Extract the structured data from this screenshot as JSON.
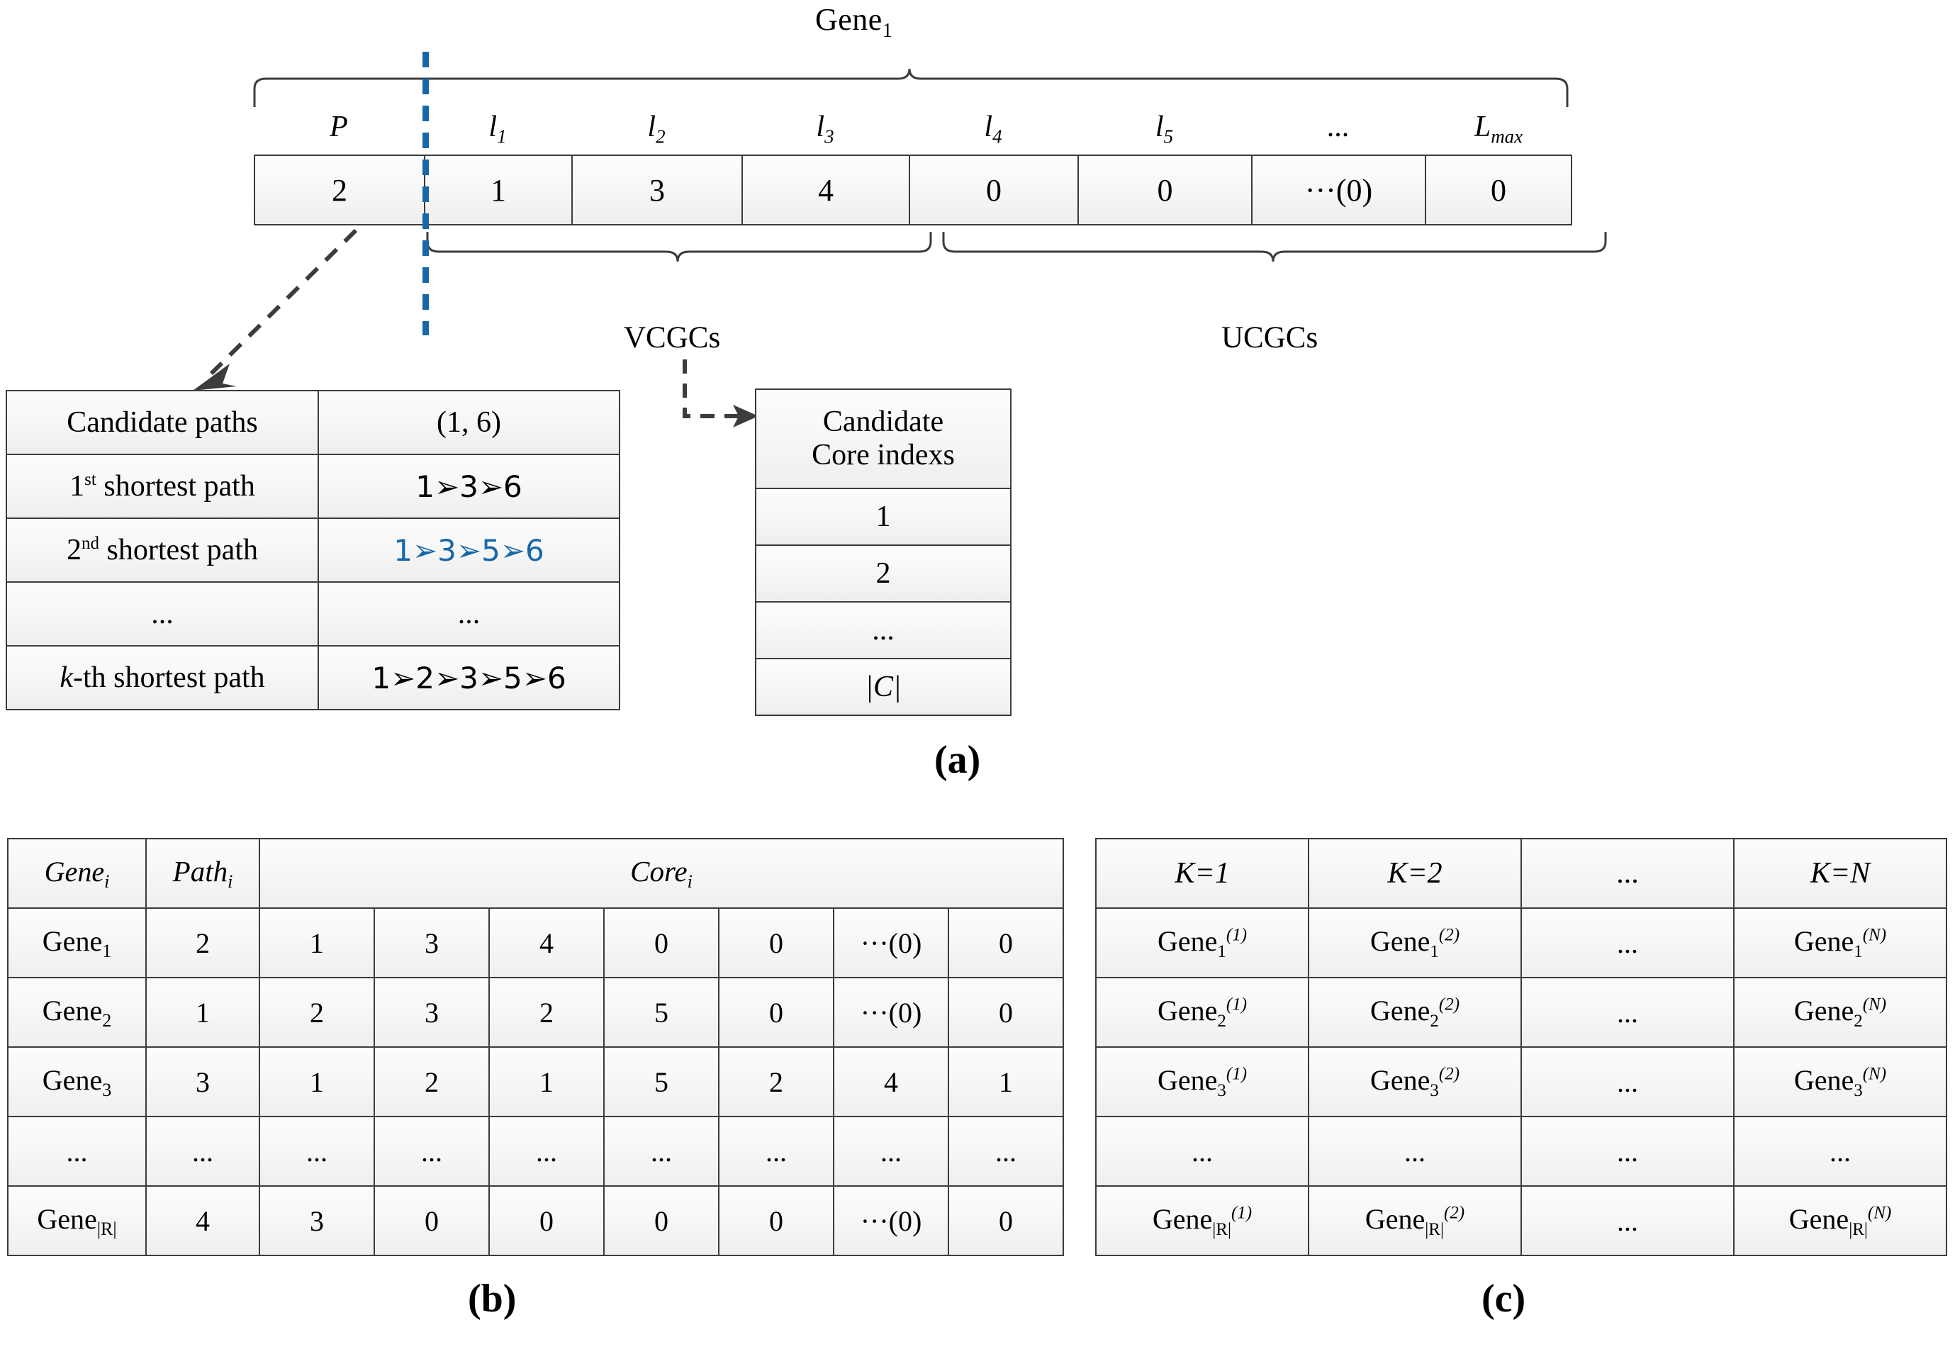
{
  "panel_a": {
    "gene_title": "Gene",
    "gene_title_sub": "1",
    "headers": [
      "P",
      "l",
      "l",
      "l",
      "l",
      "l",
      "...",
      "L"
    ],
    "header_cells": [
      {
        "base": "P",
        "sub": ""
      },
      {
        "base": "l",
        "sub": "1"
      },
      {
        "base": "l",
        "sub": "2"
      },
      {
        "base": "l",
        "sub": "3"
      },
      {
        "base": "l",
        "sub": "4"
      },
      {
        "base": "l",
        "sub": "5"
      },
      {
        "base": "...",
        "sub": ""
      },
      {
        "base": "L",
        "sub": "max"
      }
    ],
    "values": [
      "2",
      "1",
      "3",
      "4",
      "0",
      "0",
      "···(0)",
      "0"
    ],
    "brace_vcgc_label": "VCGCs",
    "brace_ucgc_label": "UCGCs",
    "paths_table": {
      "rows": [
        {
          "label": "Candidate paths",
          "label_sup": "",
          "value": "(1, 6)",
          "highlight": false
        },
        {
          "label": "shortest path",
          "label_num": "1",
          "label_sup": "st",
          "value": "1➢3➢6",
          "highlight": false
        },
        {
          "label": "shortest path",
          "label_num": "2",
          "label_sup": "nd",
          "value": "1➢3➢5➢6",
          "highlight": true
        },
        {
          "label": "...",
          "label_sup": "",
          "value": "...",
          "highlight": false
        },
        {
          "label": "-th shortest path",
          "label_num": "k",
          "label_sup": "",
          "value": "1➢2➢3➢5➢6",
          "highlight": false
        }
      ]
    },
    "cores_table": {
      "header_line1": "Candidate",
      "header_line2": "Core indexs",
      "rows": [
        "1",
        "2",
        "...",
        "|C|"
      ]
    },
    "panel_label": "(a)"
  },
  "panel_b": {
    "headers": [
      {
        "base": "Gene",
        "sub": "i"
      },
      {
        "base": "Path",
        "sub": "i"
      },
      {
        "base": "Core",
        "sub": "i"
      }
    ],
    "core_colspan": 8,
    "rows": [
      {
        "gene": "Gene",
        "gene_sub": "1",
        "path": "2",
        "cores": [
          "1",
          "3",
          "4",
          "0",
          "0",
          "···(0)",
          "0"
        ]
      },
      {
        "gene": "Gene",
        "gene_sub": "2",
        "path": "1",
        "cores": [
          "2",
          "3",
          "2",
          "5",
          "0",
          "···(0)",
          "0"
        ]
      },
      {
        "gene": "Gene",
        "gene_sub": "3",
        "path": "3",
        "cores": [
          "1",
          "2",
          "1",
          "5",
          "2",
          "4",
          "1"
        ]
      },
      {
        "gene": "...",
        "gene_sub": "",
        "path": "...",
        "cores": [
          "...",
          "...",
          "...",
          "...",
          "...",
          "...",
          "..."
        ]
      },
      {
        "gene": "Gene",
        "gene_sub": "|R|",
        "path": "4",
        "cores": [
          "3",
          "0",
          "0",
          "0",
          "0",
          "···(0)",
          "0"
        ]
      }
    ],
    "panel_label": "(b)"
  },
  "panel_c": {
    "headers": [
      "K=1",
      "K=2",
      "...",
      "K=N"
    ],
    "rows": [
      [
        {
          "base": "Gene",
          "sub": "1",
          "sup": "(1)"
        },
        {
          "base": "Gene",
          "sub": "1",
          "sup": "(2)"
        },
        {
          "base": "...",
          "sub": "",
          "sup": ""
        },
        {
          "base": "Gene",
          "sub": "1",
          "sup": "(N)"
        }
      ],
      [
        {
          "base": "Gene",
          "sub": "2",
          "sup": "(1)"
        },
        {
          "base": "Gene",
          "sub": "2",
          "sup": "(2)"
        },
        {
          "base": "...",
          "sub": "",
          "sup": ""
        },
        {
          "base": "Gene",
          "sub": "2",
          "sup": "(N)"
        }
      ],
      [
        {
          "base": "Gene",
          "sub": "3",
          "sup": "(1)"
        },
        {
          "base": "Gene",
          "sub": "3",
          "sup": "(2)"
        },
        {
          "base": "...",
          "sub": "",
          "sup": ""
        },
        {
          "base": "Gene",
          "sub": "3",
          "sup": "(N)"
        }
      ],
      [
        {
          "base": "...",
          "sub": "",
          "sup": ""
        },
        {
          "base": "...",
          "sub": "",
          "sup": ""
        },
        {
          "base": "...",
          "sub": "",
          "sup": ""
        },
        {
          "base": "...",
          "sub": "",
          "sup": ""
        }
      ],
      [
        {
          "base": "Gene",
          "sub": "|R|",
          "sup": "(1)"
        },
        {
          "base": "Gene",
          "sub": "|R|",
          "sup": "(2)"
        },
        {
          "base": "...",
          "sub": "",
          "sup": ""
        },
        {
          "base": "Gene",
          "sub": "|R|",
          "sup": "(N)"
        }
      ]
    ],
    "panel_label": "(c)"
  },
  "colors": {
    "highlight_blue": "#1668a9",
    "border": "#3c3c3c",
    "background": "#ffffff"
  }
}
